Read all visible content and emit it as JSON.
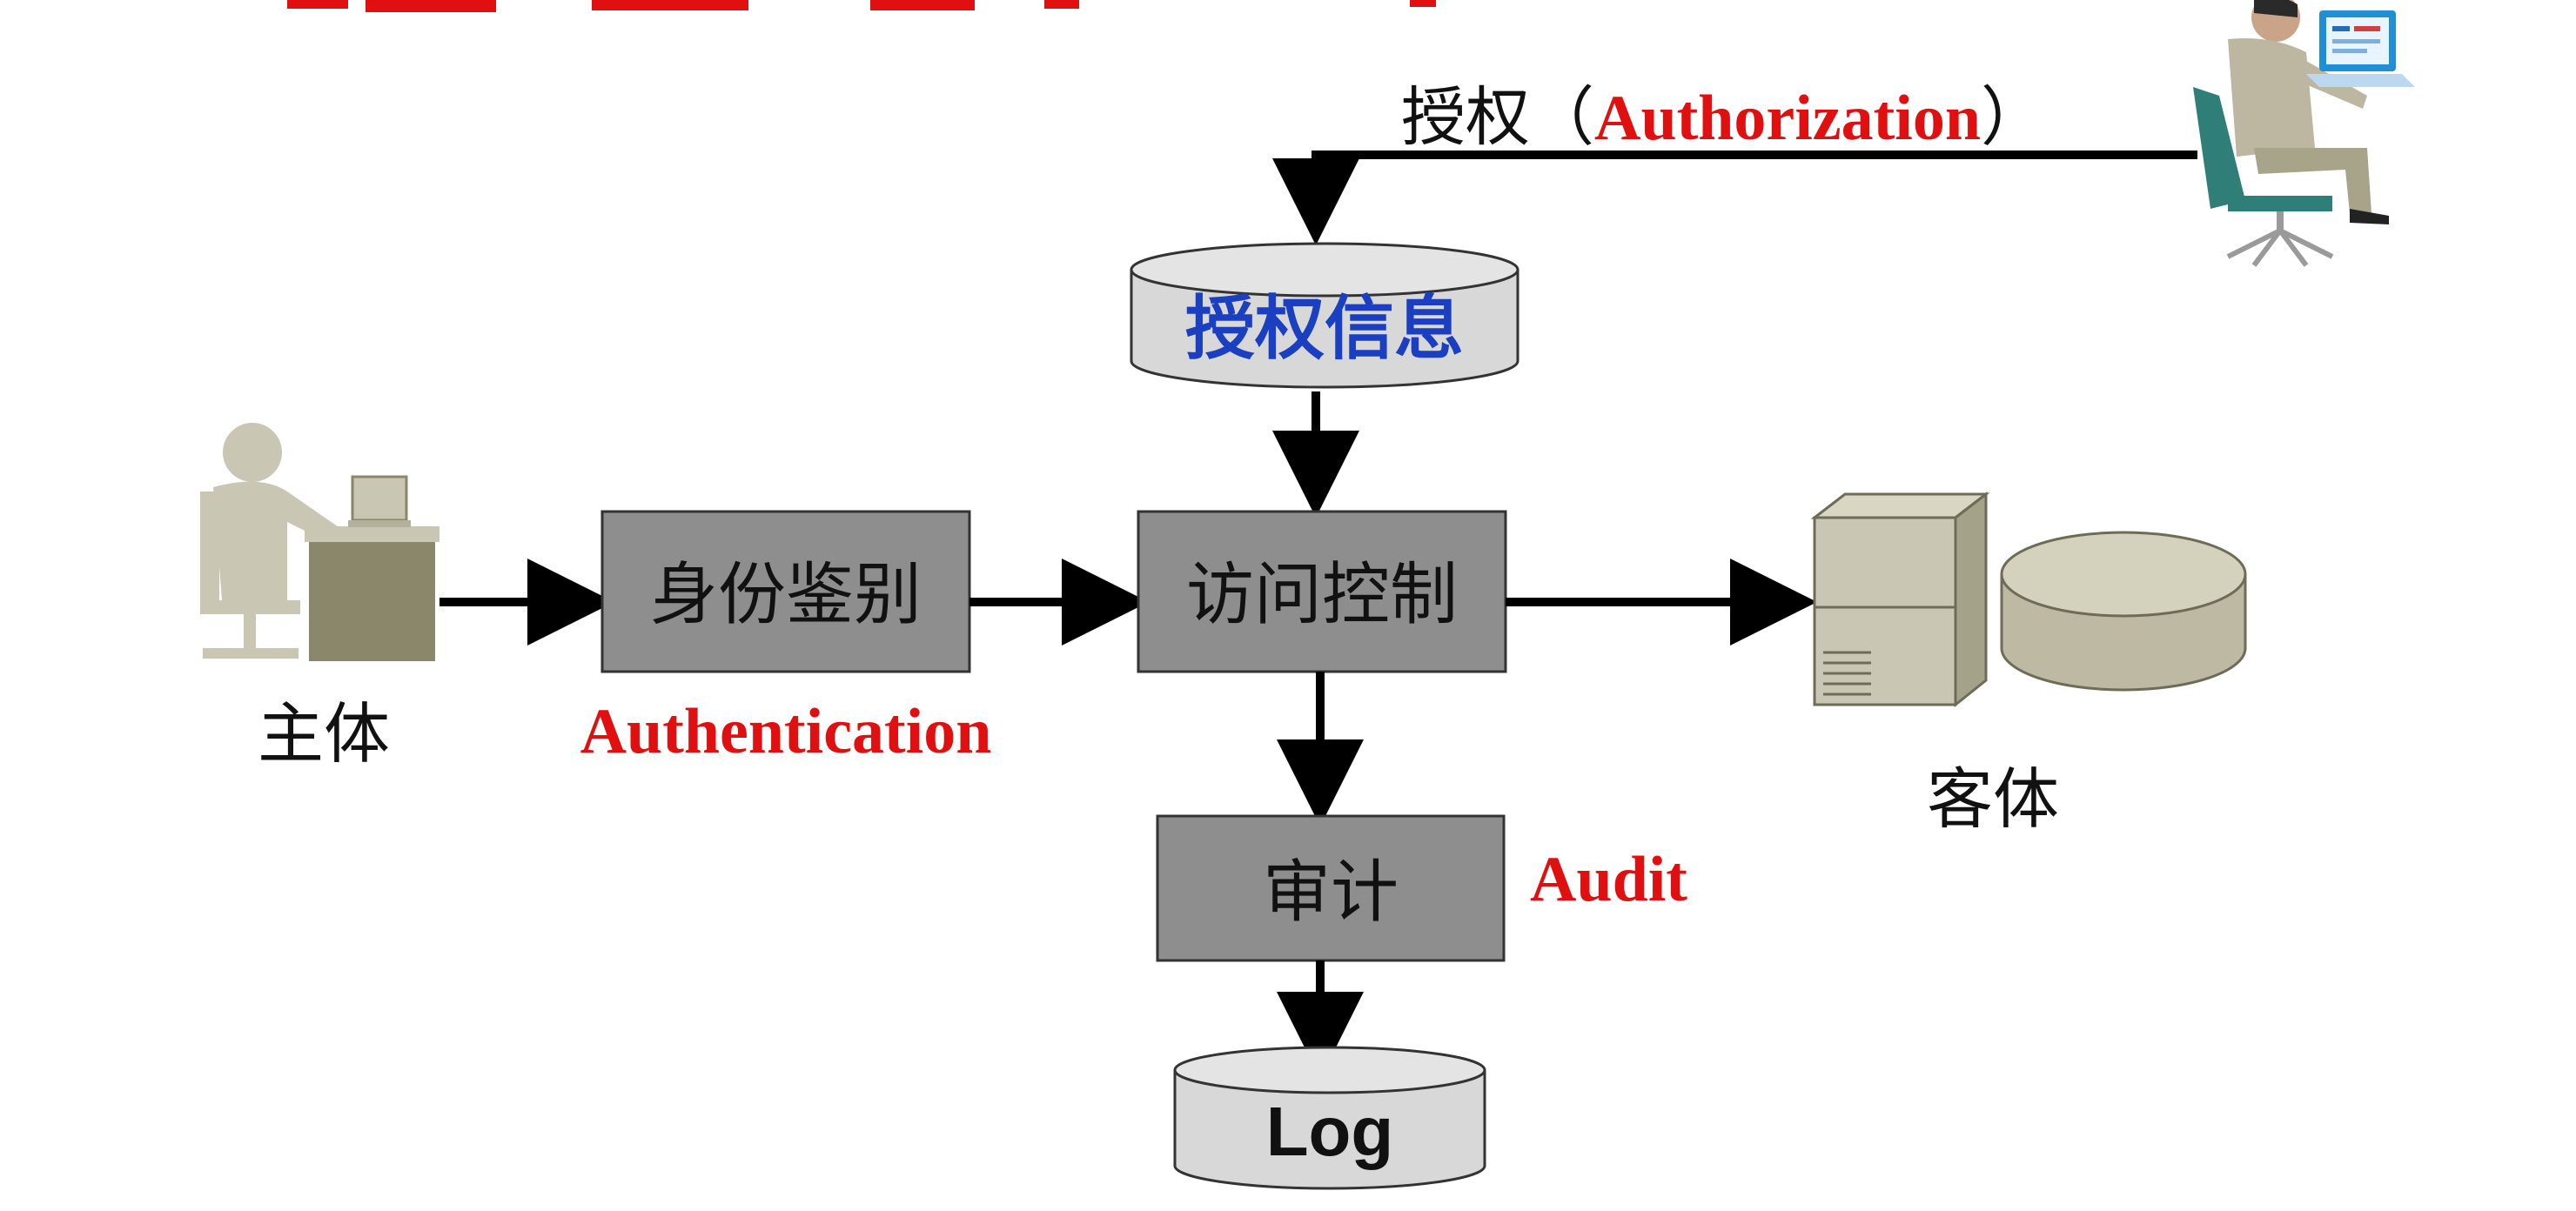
{
  "colors": {
    "accent_red": "#e01010",
    "db_label_blue": "#1a3fc0",
    "box_fill": "#8e8e8e",
    "db_fill": "#d8d8d8",
    "figure_fill": "#c9c6b3",
    "figure_dark": "#8a876a",
    "arrow": "#000000"
  },
  "diagram": {
    "subject_label": "主体",
    "object_label": "客体",
    "authorization": {
      "cn": "授权（",
      "en": "Authorization",
      "close": "）"
    },
    "auth_info_db": "授权信息",
    "identity_box": "身份鉴别",
    "authentication_label": "Authentication",
    "access_control_box": "访问控制",
    "audit_box": "审计",
    "audit_label": "Audit",
    "log_db": "Log"
  },
  "icons": {
    "subject": "user-at-desk-icon",
    "administrator": "administrator-at-laptop-icon",
    "object": "server-and-database-icon"
  }
}
